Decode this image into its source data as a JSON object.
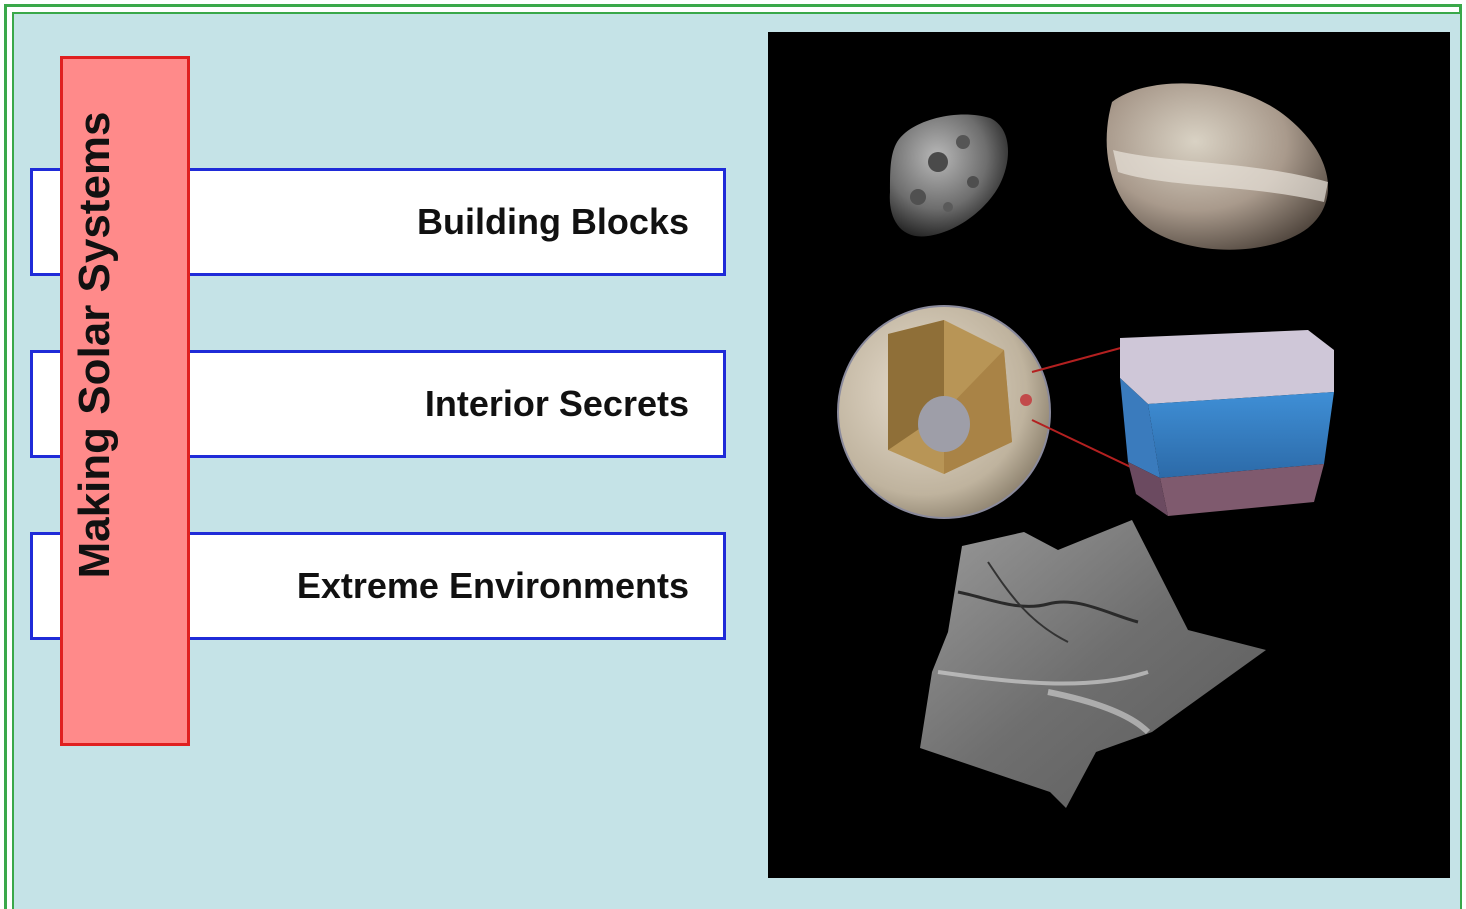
{
  "title": "Making Solar Systems",
  "topics": [
    {
      "label": "Building Blocks"
    },
    {
      "label": "Interior Secrets"
    },
    {
      "label": "Extreme Environments"
    }
  ],
  "colors": {
    "background": "#c5e3e7",
    "frame": "#3aa84a",
    "topic_border": "#1f2bd8",
    "title_fill": "#ff8a8a",
    "title_border": "#e02020",
    "panel": "#000000"
  }
}
